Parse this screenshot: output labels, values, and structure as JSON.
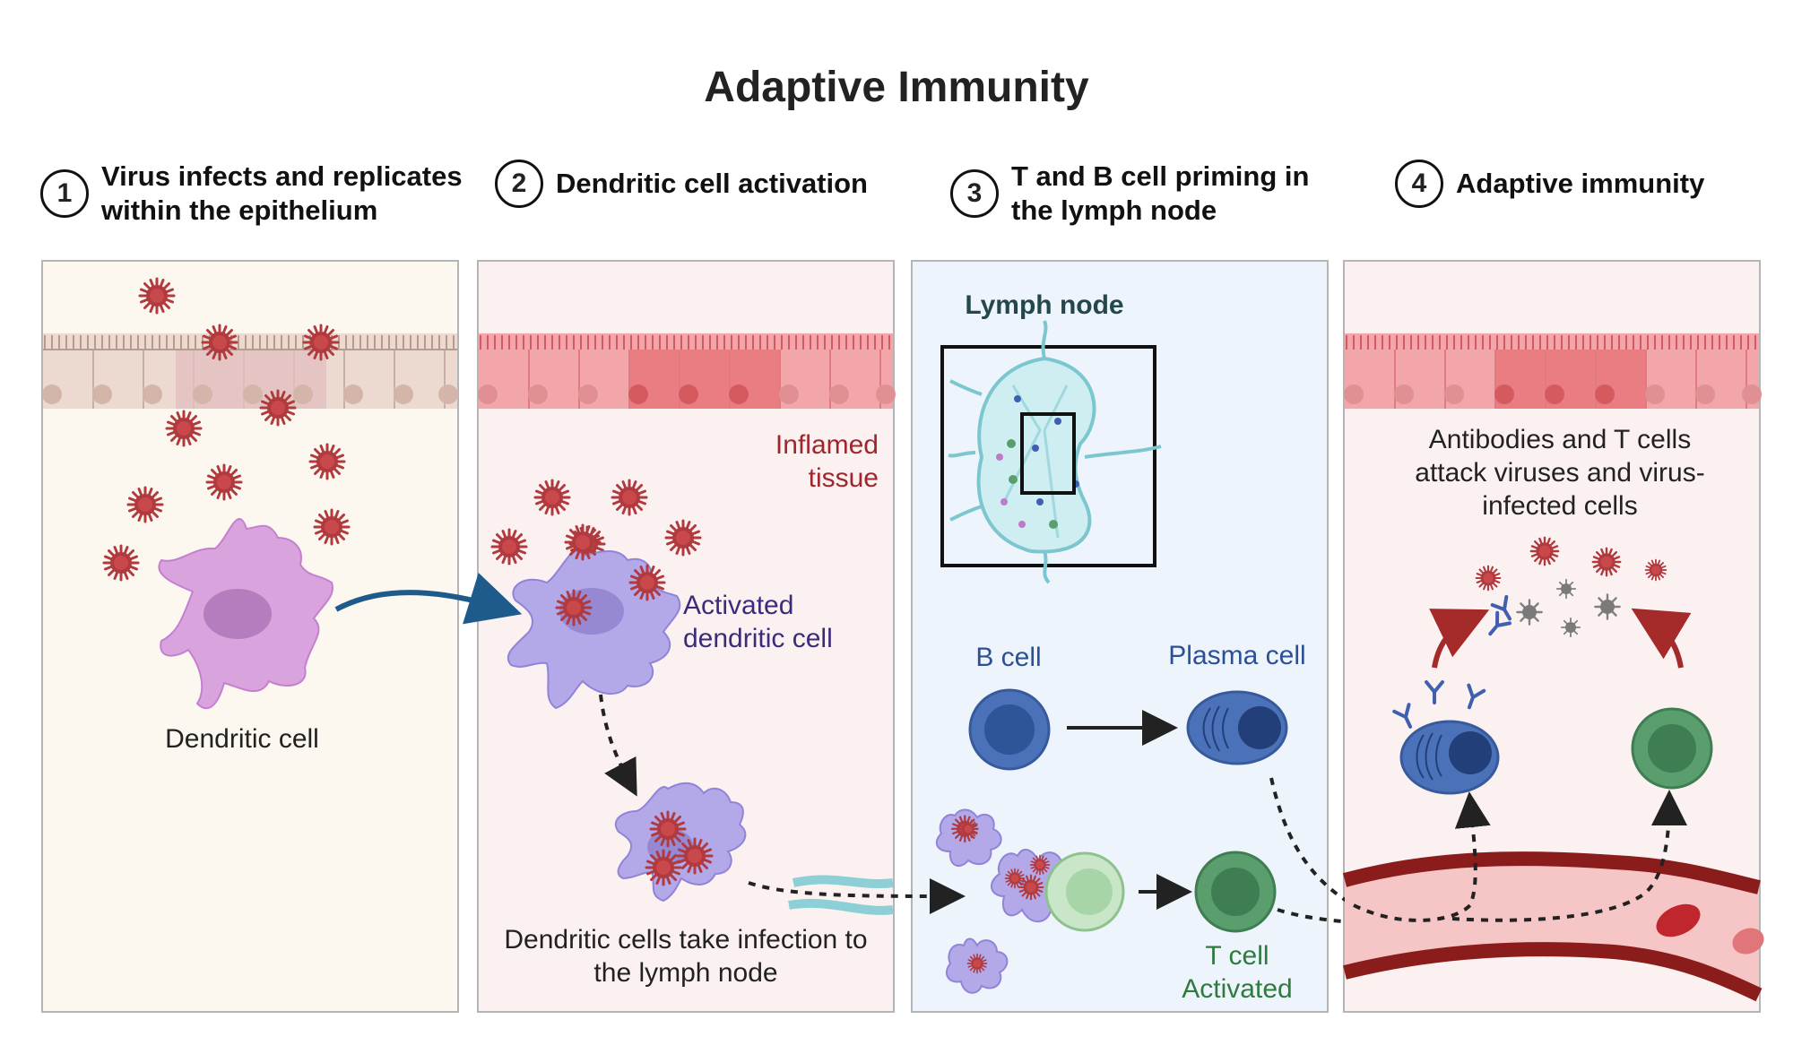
{
  "title": "Adaptive Immunity",
  "steps": [
    {
      "number": "1",
      "label": "Virus infects and replicates within the epithelium"
    },
    {
      "number": "2",
      "label": "Dendritic cell activation"
    },
    {
      "number": "3",
      "label": "T and B cell priming in the lymph node"
    },
    {
      "number": "4",
      "label": "Adaptive immunity"
    }
  ],
  "panel1": {
    "dendritic_cell": "Dendritic cell"
  },
  "panel2": {
    "inflamed": "Inflamed tissue",
    "activated": "Activated dendritic cell",
    "take_infection": "Dendritic cells take infection to the lymph node"
  },
  "panel3": {
    "lymph_node": "Lymph node",
    "b_cell": "B cell",
    "plasma_cell": "Plasma cell",
    "t_cell": "T cell",
    "activated": "Activated"
  },
  "panel4": {
    "attack": "Antibodies and T cells attack viruses and virus-infected cells"
  },
  "colors": {
    "virus": "#b03a3e",
    "dendritic": "#d9a3de",
    "activated_dc": "#b3a8e8",
    "b_cell": "#4b72b8",
    "t_cell": "#5a9e6e",
    "arrow_blue": "#1f5a8c",
    "arrow_red": "#a52a2a",
    "lymph_node": "#a7dbe0"
  }
}
